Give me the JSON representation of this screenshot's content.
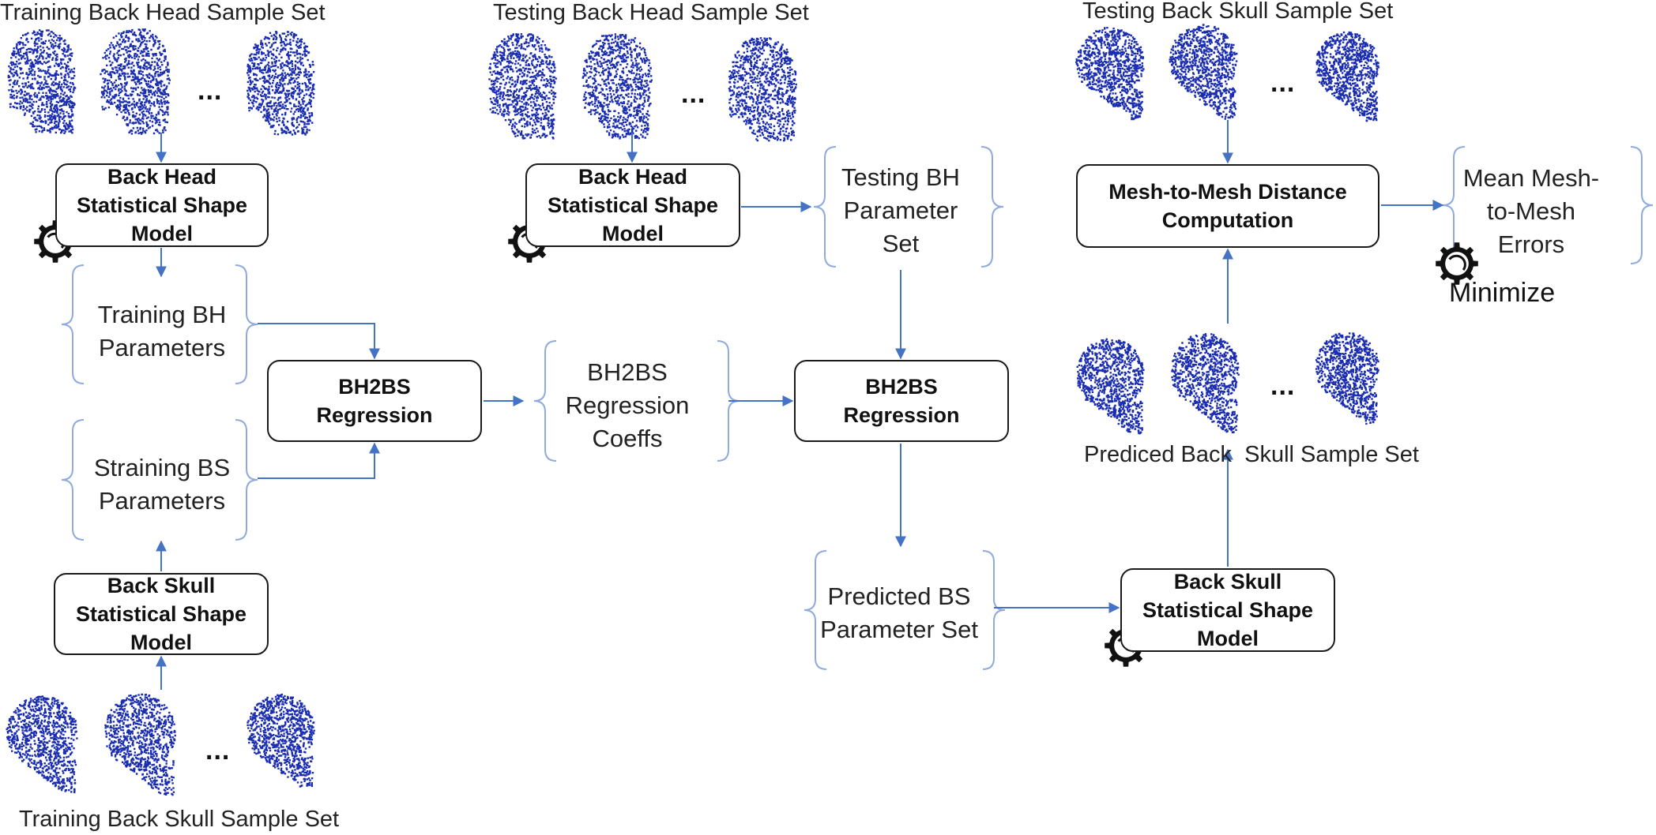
{
  "sample_sets": {
    "training_back_head": "Training Back Head Sample Set",
    "testing_back_head": "Testing Back Head Sample Set",
    "testing_back_skull": "Testing Back Skull Sample Set",
    "predicted_back_skull": "Prediced Back  Skull Sample Set",
    "training_back_skull": "Training Back Skull Sample Set"
  },
  "ellipsis": "...",
  "boxes": {
    "train_bh_ssm": "Back Head Statistical Shape Model",
    "test_bh_ssm": "Back Head Statistical Shape Model",
    "train_bs_ssm": "Back Skull Statistical Shape Model",
    "test_bs_ssm": "Back Skull Statistical Shape Model",
    "bh2bs_train": "BH2BS Regression",
    "bh2bs_test": "BH2BS Regression",
    "mesh_dist": "Mesh-to-Mesh Distance Computation"
  },
  "params": {
    "training_bh": "Training BH Parameters",
    "straining_bs": "Straining BS Parameters",
    "coeffs": "BH2BS Regression Coeffs",
    "testing_bh": "Testing BH Parameter Set",
    "predicted_bs": "Predicted BS Parameter Set",
    "errors": "Mean Mesh-to-Mesh Errors"
  },
  "minimize": "Minimize",
  "colors": {
    "arrow": "#4472c4",
    "bracket": "#8faadc",
    "points": "#1a2db0",
    "box_border": "#1a1a1a"
  }
}
